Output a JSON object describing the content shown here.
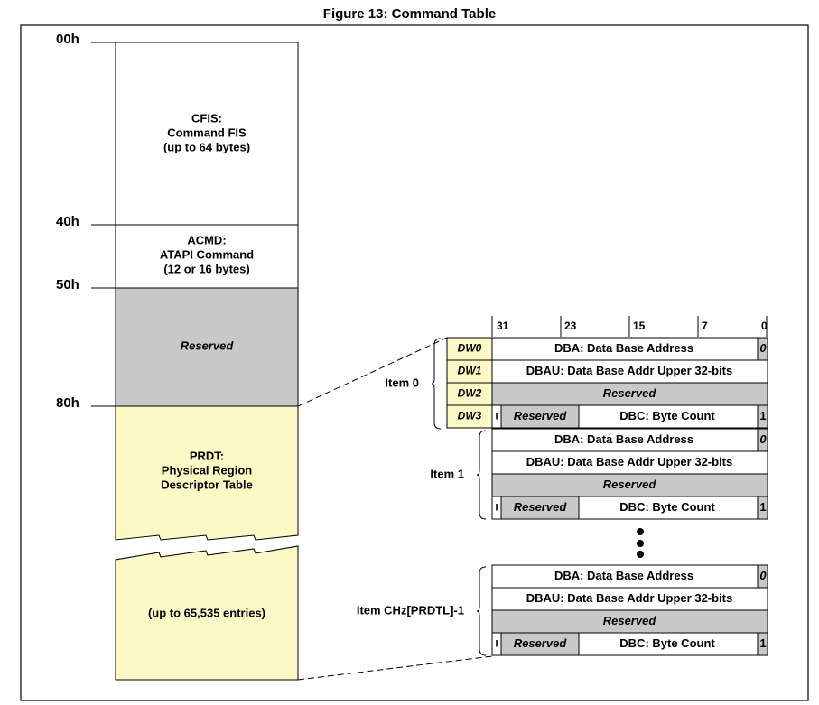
{
  "title": "Figure 13: Command Table",
  "colors": {
    "outline": "#000000",
    "reserved_fill": "#c8c8c8",
    "prdt_fill": "#fdf9c4",
    "dw_fill": "#fdf9c4",
    "white": "#ffffff"
  },
  "offsets": [
    "00h",
    "40h",
    "50h",
    "80h"
  ],
  "left_table": {
    "cfis": [
      "CFIS:",
      "Command FIS",
      "(up to 64 bytes)"
    ],
    "acmd": [
      "ACMD:",
      "ATAPI Command",
      "(12 or 16 bytes)"
    ],
    "reserved": "Reserved",
    "prdt": [
      "PRDT:",
      "Physical Region",
      "Descriptor Table"
    ],
    "prdt_entries": "(up to 65,535 entries)"
  },
  "bit_labels": [
    "31",
    "23",
    "15",
    "7",
    "0"
  ],
  "dw_labels": [
    "DW0",
    "DW1",
    "DW2",
    "DW3"
  ],
  "items": [
    "Item 0",
    "Item 1",
    "Item CHz[PRDTL]-1"
  ],
  "prd_entry": {
    "dba": "DBA: Data Base Address",
    "dba_bit": "0",
    "dbau": "DBAU: Data Base Addr Upper 32-bits",
    "reserved": "Reserved",
    "i_bit": "I",
    "reserved_small": "Reserved",
    "dbc": "DBC: Byte Count",
    "dbc_bit": "1"
  }
}
